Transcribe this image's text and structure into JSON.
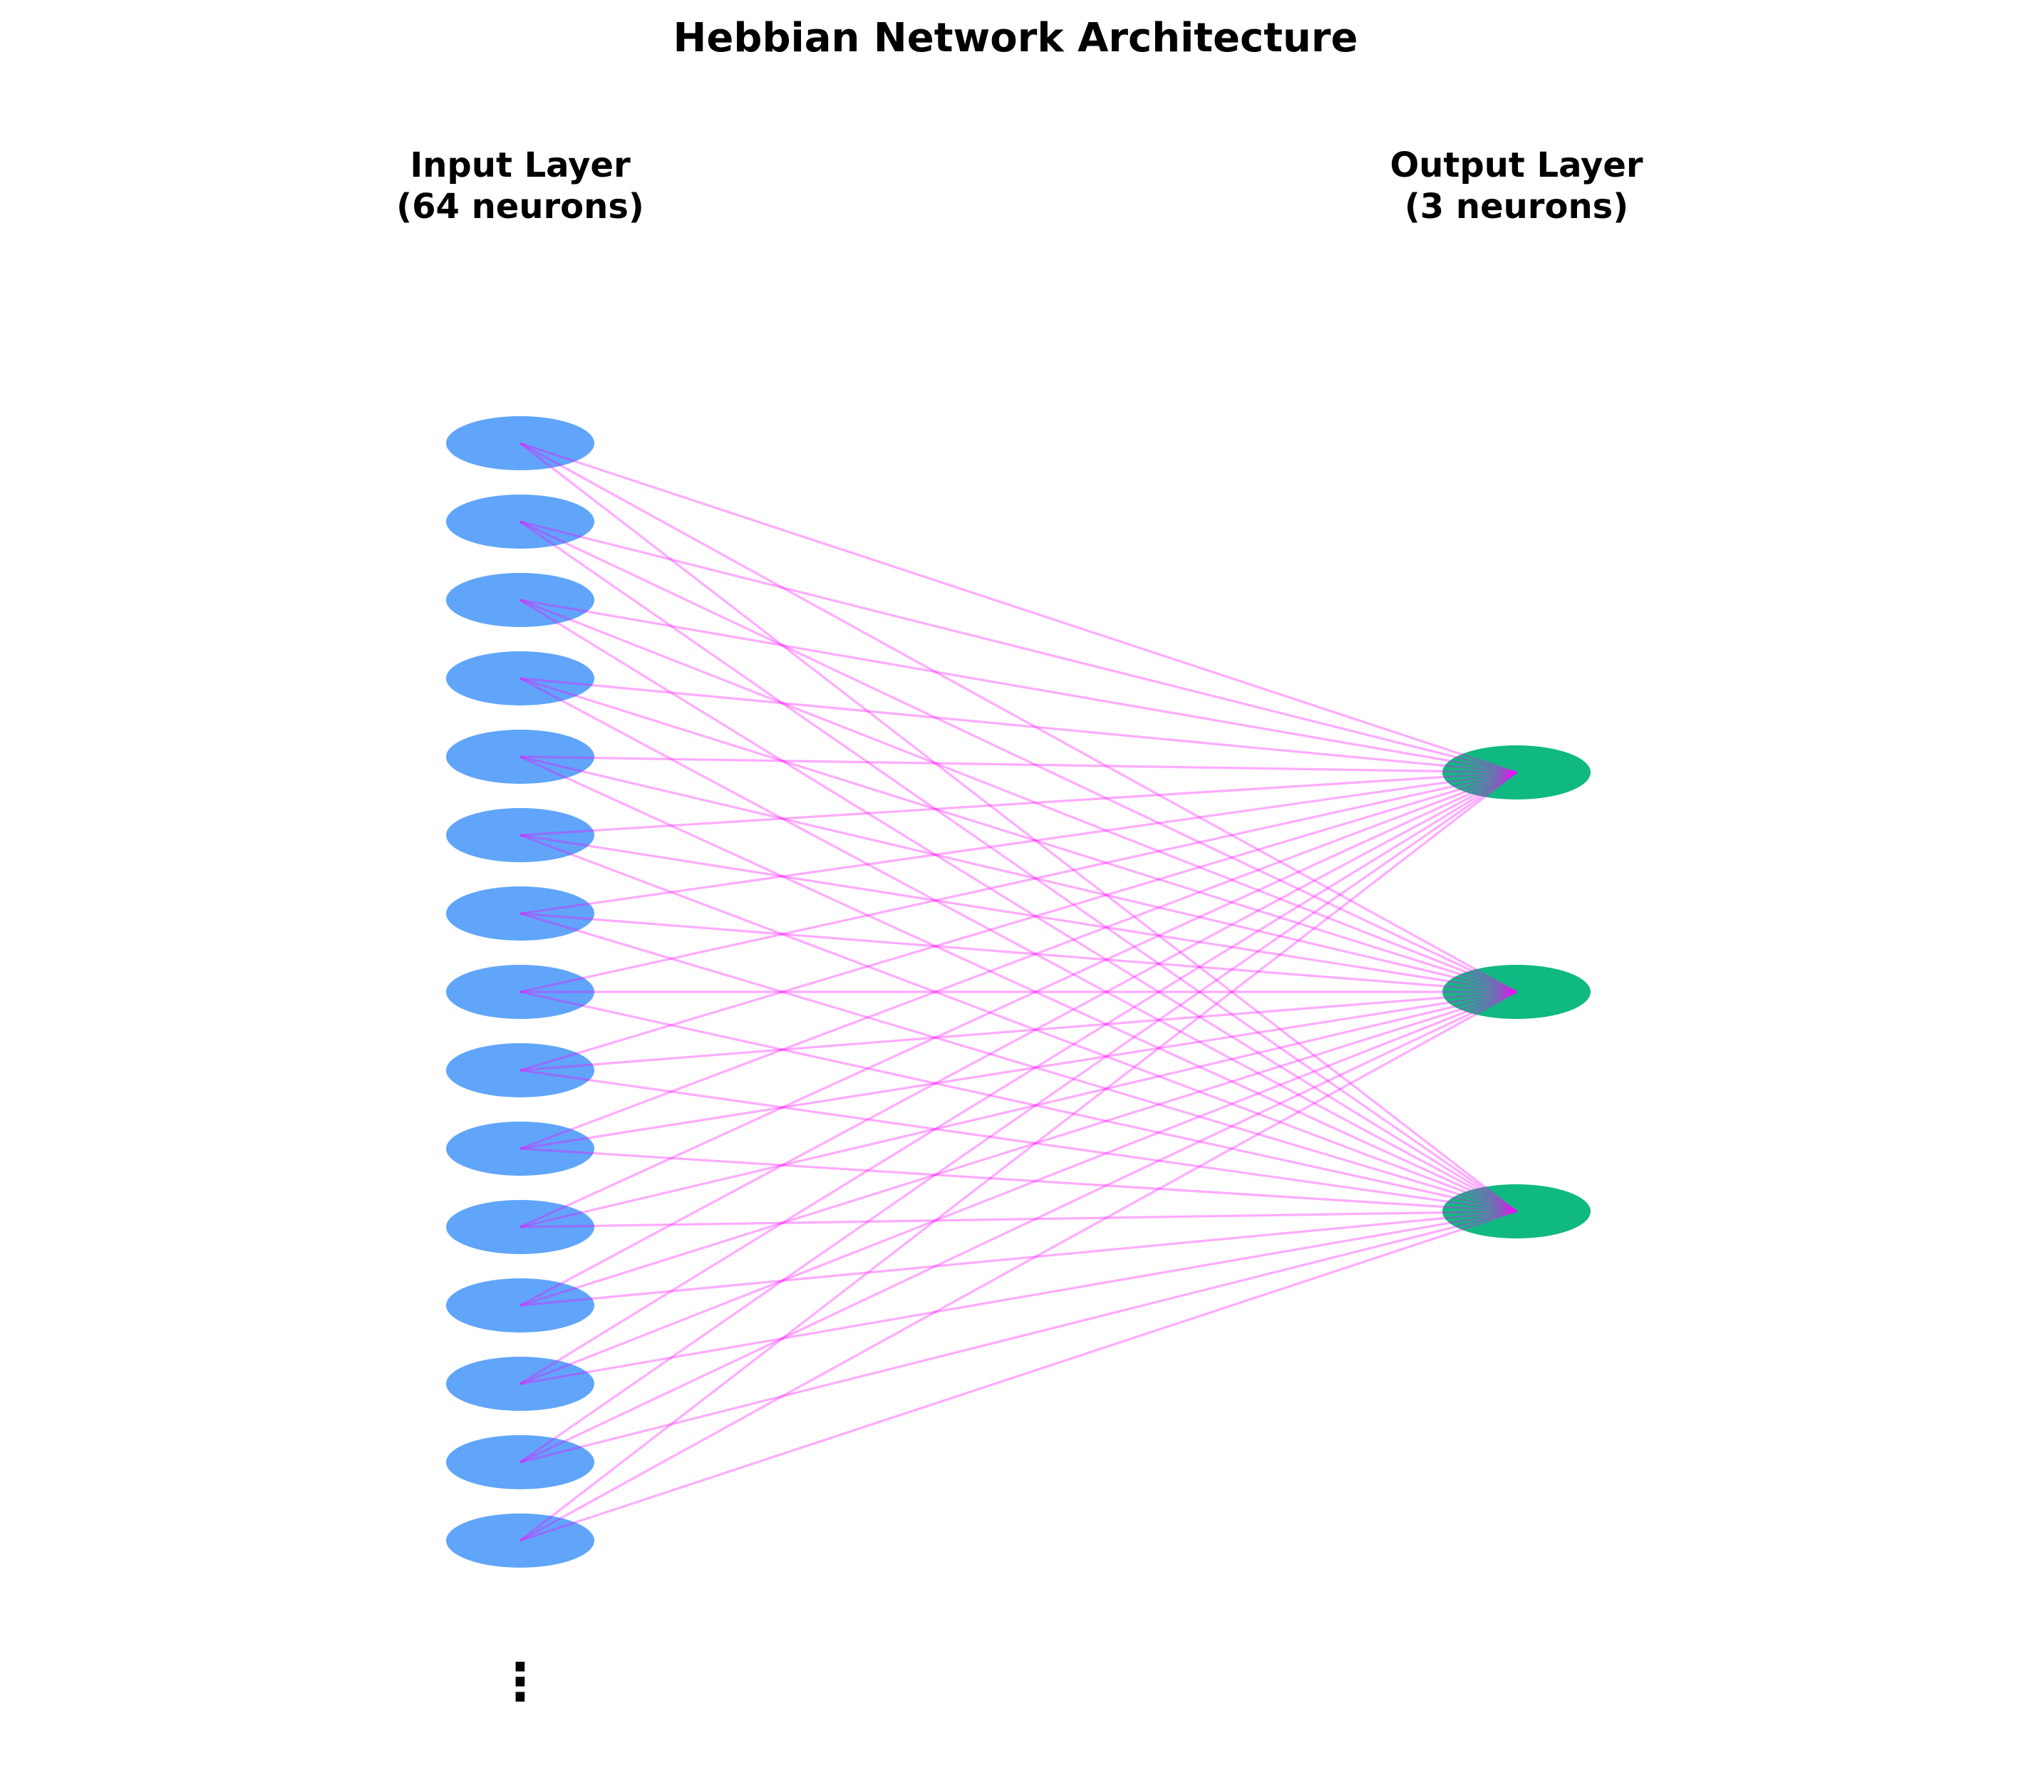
{
  "diagram": {
    "title": "Hebbian Network Architecture",
    "input_layer": {
      "label_line1": "Input Layer",
      "label_line2": "(64 neurons)",
      "visible_neurons": 15,
      "color": "#60a5fa"
    },
    "output_layer": {
      "label_line1": "Output Layer",
      "label_line2": "(3 neurons)",
      "visible_neurons": 3,
      "color": "#10b981"
    },
    "connection_color": "#ff00ff",
    "ellipsis": "⋮"
  }
}
